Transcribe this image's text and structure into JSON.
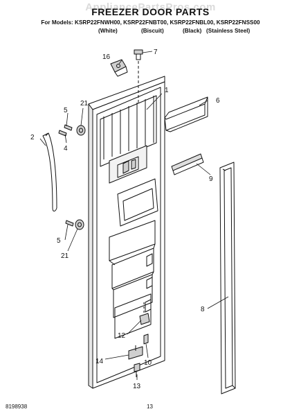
{
  "watermark": "AppliancePartsPros.com",
  "title": "FREEZER DOOR PARTS",
  "models": "For Models: KSRP22FNWH00, KSRP22FNBT00, KSRP22FNBL00, KSRP22FNSS00",
  "variants": [
    "(White)",
    "(Biscuit)",
    "(Black)",
    "(Stainless Steel)"
  ],
  "callouts": {
    "c1": "1",
    "c2": "2",
    "c4": "4",
    "c5a": "5",
    "c5b": "5",
    "c6": "6",
    "c7": "7",
    "c8": "8",
    "c9": "9",
    "c10": "10",
    "c12": "12",
    "c13": "13",
    "c14": "14",
    "c16": "16",
    "c21a": "21",
    "c21b": "21"
  },
  "footer": {
    "doc_number": "8198938",
    "page_number": "13"
  }
}
